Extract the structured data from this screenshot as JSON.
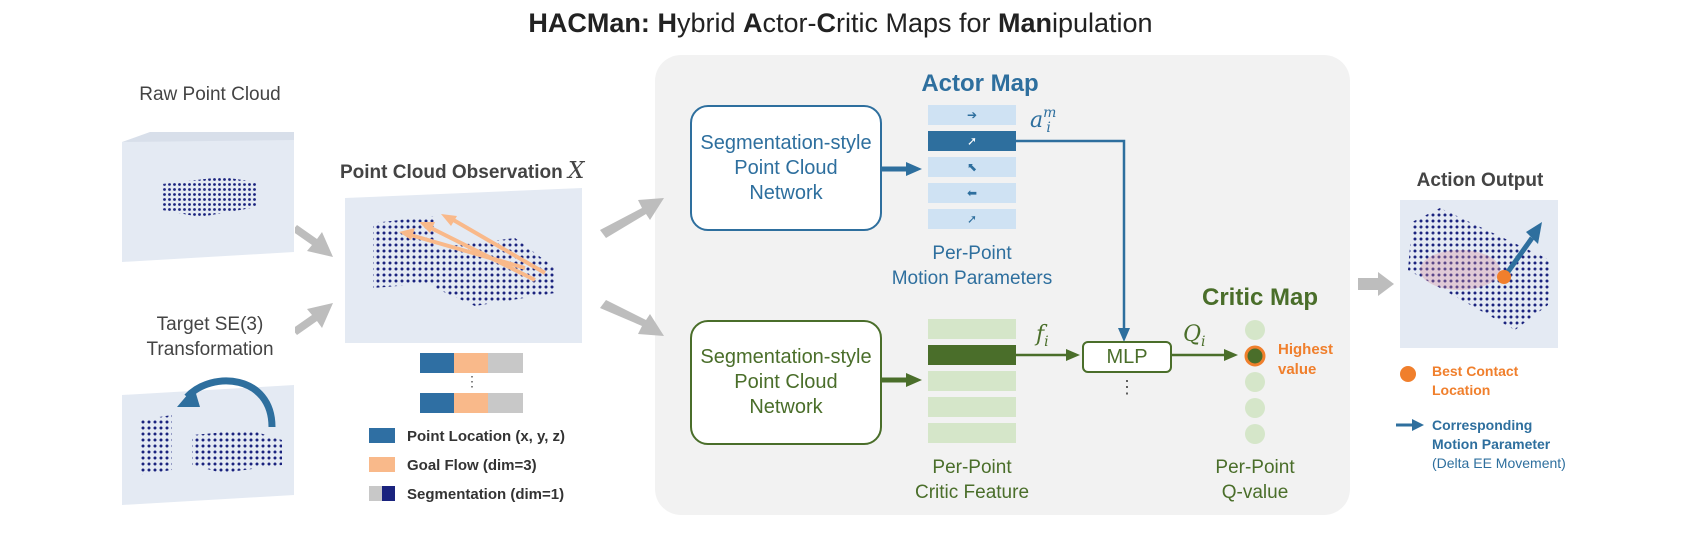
{
  "title": {
    "acronym": "HACMan:",
    "rest_h": "H",
    "rest_1": "ybrid ",
    "rest_a": "A",
    "rest_2": "ctor-",
    "rest_c": "C",
    "rest_3": "ritic Maps for ",
    "rest_man": "Man",
    "rest_4": "ipulation"
  },
  "inputs": {
    "raw_point_cloud": "Raw Point Cloud",
    "target_line1": "Target SE(3)",
    "target_line2": "Transformation",
    "observation": "Point Cloud Observation",
    "observation_symbol": "X",
    "vdots": "⋮"
  },
  "legend": {
    "point_location": "Point Location (x, y, z)",
    "goal_flow": "Goal Flow (dim=3)",
    "segmentation": "Segmentation (dim=1)"
  },
  "actor": {
    "title": "Actor Map",
    "network_line1": "Segmentation-style",
    "network_line2": "Point Cloud",
    "network_line3": "Network",
    "symbol": "a",
    "symbol_sup": "m",
    "symbol_sub": "i",
    "caption_line1": "Per-Point",
    "caption_line2": "Motion Parameters",
    "arrow_glyphs": [
      "➔",
      "➚",
      "⬉",
      "⬅",
      "➚"
    ]
  },
  "critic": {
    "title": "Critic Map",
    "network_line1": "Segmentation-style",
    "network_line2": "Point Cloud",
    "network_line3": "Network",
    "feature_symbol": "f",
    "feature_sub": "i",
    "mlp_label": "MLP",
    "mlp_dots": "⋮",
    "q_symbol": "Q",
    "q_sub": "i",
    "highest_line1": "Highest",
    "highest_line2": "value",
    "feature_caption_line1": "Per-Point",
    "feature_caption_line2": "Critic Feature",
    "q_caption_line1": "Per-Point",
    "q_caption_line2": "Q-value"
  },
  "output": {
    "title": "Action Output",
    "best_contact_line1": "Best Contact",
    "best_contact_line2": "Location",
    "motion_line1": "Corresponding",
    "motion_line2": "Motion Parameter",
    "motion_line3": "(Delta EE Movement)"
  },
  "colors": {
    "actor_blue": "#2e6f9e",
    "critic_green": "#4a6e2a",
    "orange": "#f07f2c",
    "goal_flow": "#f9b98a",
    "segmentation_gray": "#c8c8c8",
    "segmentation_navy": "#1a237e",
    "point_blue": "#2f6fa3",
    "flow_arrow_gray": "#bdbdbd"
  }
}
